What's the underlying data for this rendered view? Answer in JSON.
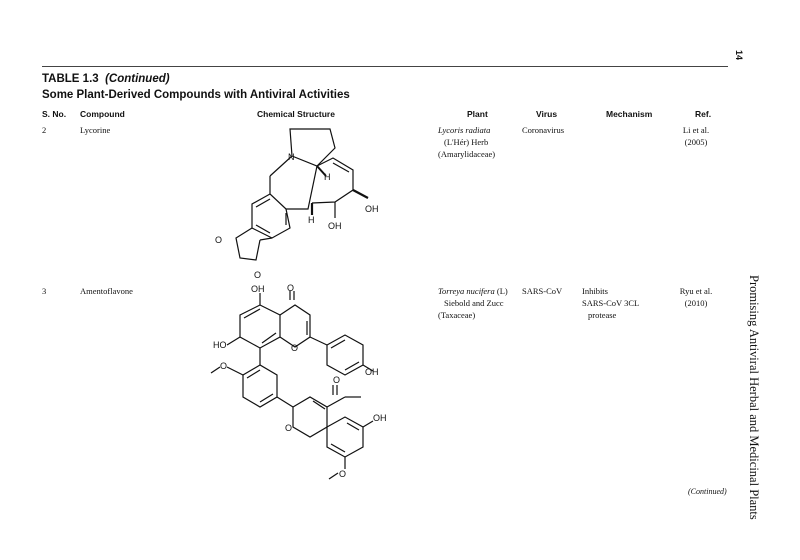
{
  "page": {
    "page_number": "14",
    "running_title": "Promising Antiviral Herbal and Medicinal Plants"
  },
  "table": {
    "title_prefix": "TABLE 1.3",
    "title_continued": "(Continued)",
    "subtitle": "Some Plant-Derived Compounds with Antiviral Activities",
    "headers": {
      "sno": "S. No.",
      "compound": "Compound",
      "structure": "Chemical Structure",
      "plant": "Plant",
      "virus": "Virus",
      "mechanism": "Mechanism",
      "ref": "Ref."
    },
    "rows": [
      {
        "sno": "2",
        "compound": "Lycorine",
        "plant_italic": "Lycoris radiata",
        "plant_line2": "(L'Hér) Herb",
        "plant_line3": "(Amarylidaceae)",
        "virus": "Coronavirus",
        "mechanism_line1": "",
        "mechanism_line2": "",
        "mechanism_line3": "",
        "ref_line1": "Li et al.",
        "ref_line2": "(2005)",
        "structure_labels": {
          "n": "N",
          "h1": "H",
          "h2": "H",
          "oh1": "OH",
          "oh2": "OH",
          "o1": "O",
          "o2": "O"
        }
      },
      {
        "sno": "3",
        "compound": "Amentoflavone",
        "plant_italic": "Torreya nucifera",
        "plant_rest": " (L)",
        "plant_line2": "Siebold and Zucc",
        "plant_line3": "(Taxaceae)",
        "virus": "SARS-CoV",
        "mechanism_line1": "Inhibits",
        "mechanism_line2": "SARS-CoV 3CL",
        "mechanism_line3": "protease",
        "ref_line1": "Ryu et al.",
        "ref_line2": "(2010)",
        "structure_labels": {
          "oh_top": "OH",
          "o_top": "O",
          "ho_left": "HO",
          "o_ring1": "O",
          "oh_right": "OH",
          "o_methoxy": "O",
          "o_carbonyl2": "O",
          "o_ring2": "O",
          "oh2": "OH",
          "o_bottom": "O"
        }
      }
    ],
    "footer": "(Continued)"
  }
}
